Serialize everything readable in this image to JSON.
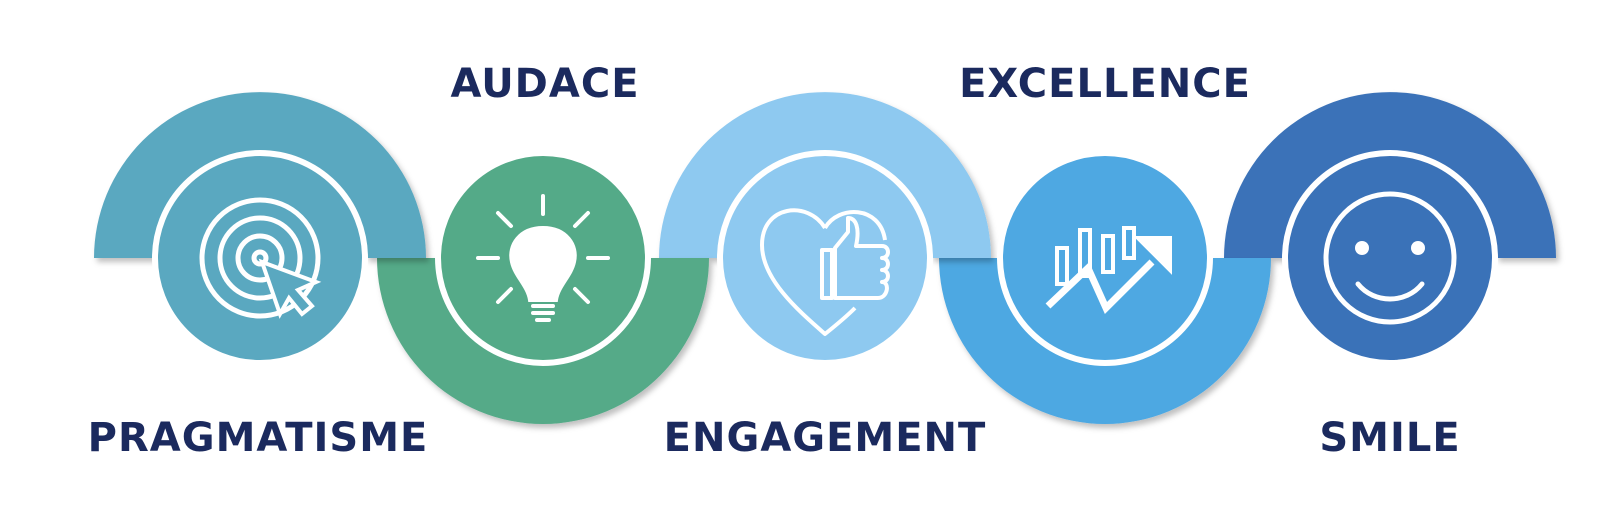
{
  "values": [
    {
      "label": "PRAGMATISME",
      "color": "#5aa8c0",
      "icon": "target-cursor-icon"
    },
    {
      "label": "AUDACE",
      "color": "#54aa88",
      "icon": "lightbulb-icon"
    },
    {
      "label": "ENGAGEMENT",
      "color": "#8ec9f0",
      "icon": "heart-thumbs-up-icon"
    },
    {
      "label": "EXCELLENCE",
      "color": "#4ea8e2",
      "icon": "growth-chart-icon"
    },
    {
      "label": "SMILE",
      "color": "#3a72b8",
      "icon": "smiley-icon"
    }
  ],
  "text_color": "#1b2a5e"
}
